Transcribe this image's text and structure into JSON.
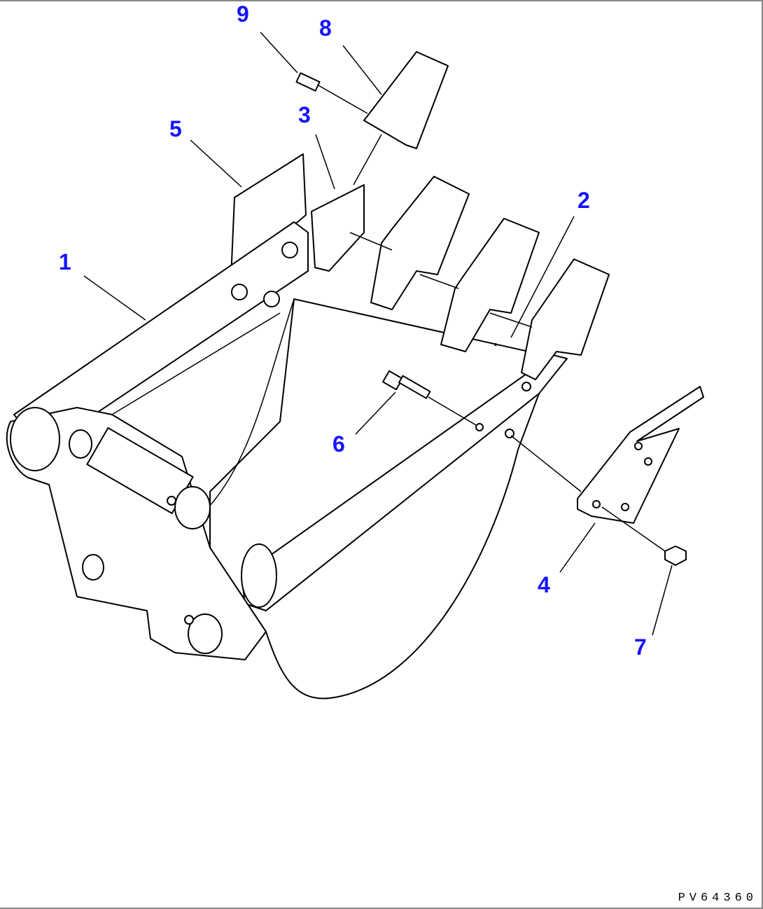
{
  "diagram": {
    "labels": [
      "1",
      "2",
      "3",
      "4",
      "5",
      "6",
      "7",
      "8",
      "9"
    ],
    "drawing_code": "PV64360",
    "label_color": "#1414ff"
  }
}
